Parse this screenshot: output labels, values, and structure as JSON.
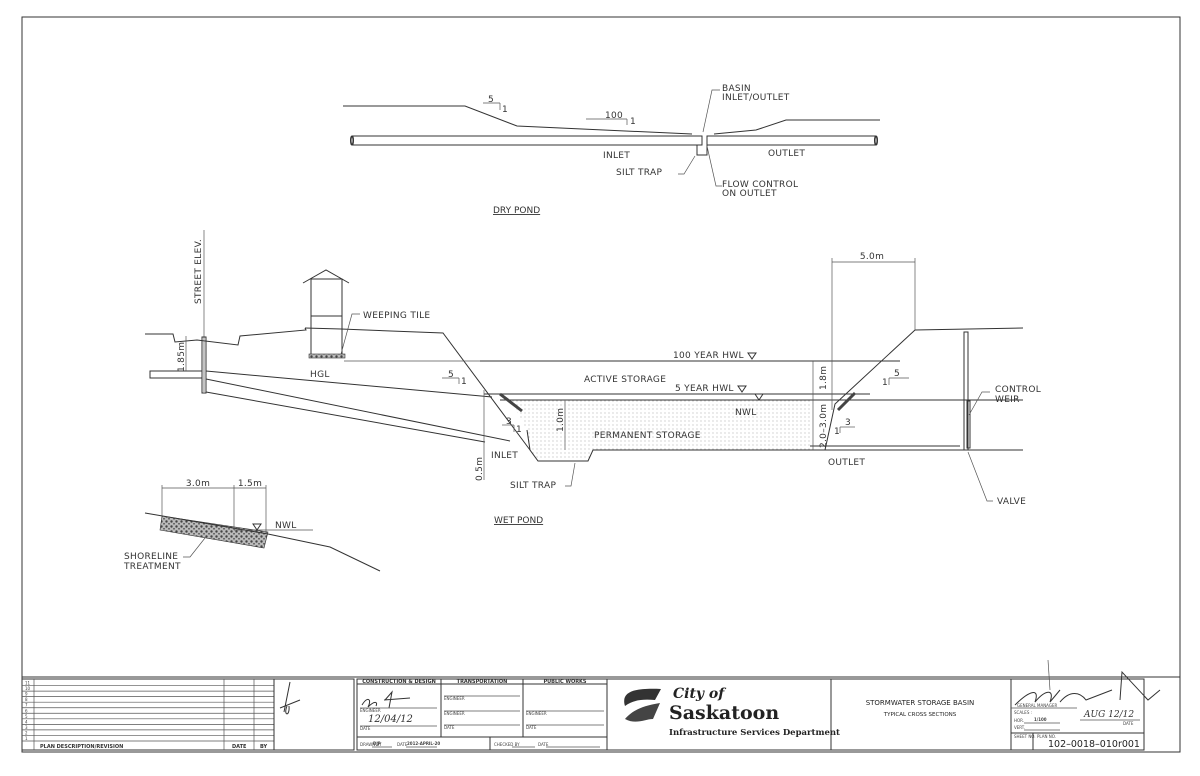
{
  "drawing": {
    "dry_pond": {
      "title": "DRY POND",
      "slope_1": {
        "run": "5",
        "rise": "1"
      },
      "slope_2": {
        "run": "100",
        "rise": "1"
      },
      "labels": {
        "basin_inlet_outlet_1": "BASIN",
        "basin_inlet_outlet_2": "INLET/OUTLET",
        "inlet": "INLET",
        "outlet": "OUTLET",
        "silt_trap": "SILT TRAP",
        "flow_control_1": "FLOW CONTROL",
        "flow_control_2": "ON OUTLET"
      }
    },
    "wet_pond": {
      "title": "WET POND",
      "labels": {
        "street_elev": "STREET ELEV.",
        "weeping_tile": "WEEPING TILE",
        "depth_185": "1.85m",
        "hgl": "HGL",
        "hwl_100": "100 YEAR HWL",
        "active_storage": "ACTIVE STORAGE",
        "hwl_5": "5 YEAR HWL",
        "nwl": "NWL",
        "permanent_storage": "PERMANENT STORAGE",
        "depth_10": "1.0m",
        "depth_18": "1.8m",
        "depth_23": "2.0–3.0m",
        "depth_05": "0.5m",
        "inlet": "INLET",
        "outlet": "OUTLET",
        "silt_trap": "SILT TRAP",
        "width_50": "5.0m",
        "control_weir_1": "CONTROL",
        "control_weir_2": "WEIR",
        "valve": "VALVE"
      },
      "slopes": {
        "left_upper": {
          "run": "5",
          "rise": "1"
        },
        "left_lower": {
          "run": "3",
          "rise": "1"
        },
        "right_upper": {
          "run": "5",
          "rise": "1"
        },
        "right_lower": {
          "run": "3",
          "rise": "1"
        }
      }
    },
    "shoreline": {
      "dim_1": "3.0m",
      "dim_2": "1.5m",
      "nwl": "NWL",
      "label_1": "SHORELINE",
      "label_2": "TREATMENT"
    }
  },
  "title_block": {
    "revisions": {
      "rows": [
        "11",
        "10",
        "9",
        "8",
        "7",
        "6",
        "5",
        "4",
        "3",
        "2",
        "1"
      ],
      "col_description": "PLAN DESCRIPTION/REVISION",
      "col_date": "DATE",
      "col_by": "BY"
    },
    "approvals": {
      "construction_design": "CONSTRUCTION & DESIGN",
      "transportation": "TRANSPORTATION",
      "public_works": "PUBLIC WORKS",
      "engineer": "ENGINEER",
      "date": "DATE",
      "signed_date": "12/04/12",
      "drawn_by_label": "DRAWN BY",
      "drawn_by": "DJP",
      "date_label": "DATE",
      "drawn_date": "2012-APRIL-20",
      "checked_by_label": "CHECKED BY",
      "checked_date_label": "DATE"
    },
    "logo": {
      "line1": "City of",
      "line2": "Saskatoon",
      "line3": "Infrastructure Services Department"
    },
    "drawing_title": {
      "line1": "STORMWATER STORAGE BASIN",
      "line2": "TYPICAL CROSS SECTIONS"
    },
    "sheet": {
      "general_manager": "GENERAL MANAGER",
      "scales_label": "SCALES :",
      "hor_label": "HOR.",
      "hor_value": "1/100",
      "vert_label": "VERT.",
      "signed_date": "AUG 12/12",
      "date_label": "DATE",
      "sheet_no_label": "SHEET NO.",
      "plan_no_label": "PLAN NO.",
      "plan_no": "102–0018–010r001"
    }
  }
}
